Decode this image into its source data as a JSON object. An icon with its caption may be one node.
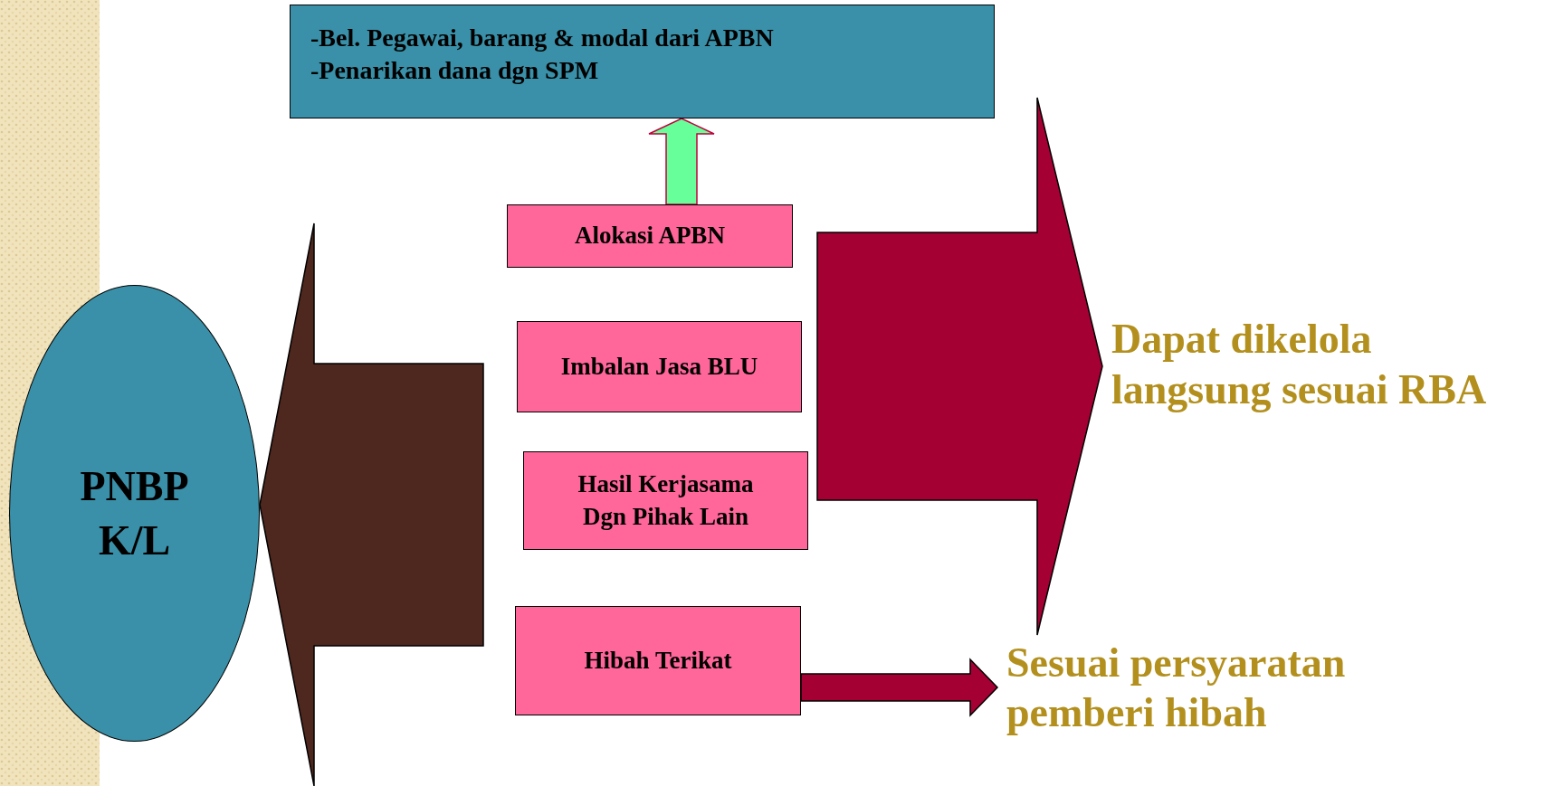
{
  "diagram": {
    "nodes": [
      {
        "text": [
          "-Bel. Pegawai, barang & modal dari APBN",
          "-Penarikan dana dgn SPM"
        ]
      },
      {
        "text": [
          "Alokasi APBN"
        ]
      },
      {
        "text": [
          "Imbalan Jasa BLU"
        ]
      },
      {
        "text": [
          "Hasil Kerjasama Dgn Pihak Lain"
        ]
      },
      {
        "text": [
          "Hibah Terikat"
        ]
      },
      {
        "text": [
          "PNBP K/L"
        ]
      },
      {
        "text": [
          "Dapat dikelola langsung sesuai RBA"
        ]
      },
      {
        "text": [
          "Sesuai persyaratan pemberi hibah"
        ]
      }
    ],
    "edges": [
      {
        "from": 1,
        "to": 0,
        "arrow": "to",
        "color": "#66ff99"
      },
      {
        "from": null,
        "to": 5,
        "arrow": "to",
        "color": "#4e271e"
      },
      {
        "from": null,
        "to": 6,
        "arrow": "to",
        "color": "#a50034"
      },
      {
        "from": 4,
        "to": 7,
        "arrow": "to",
        "color": "#a50034"
      }
    ]
  }
}
